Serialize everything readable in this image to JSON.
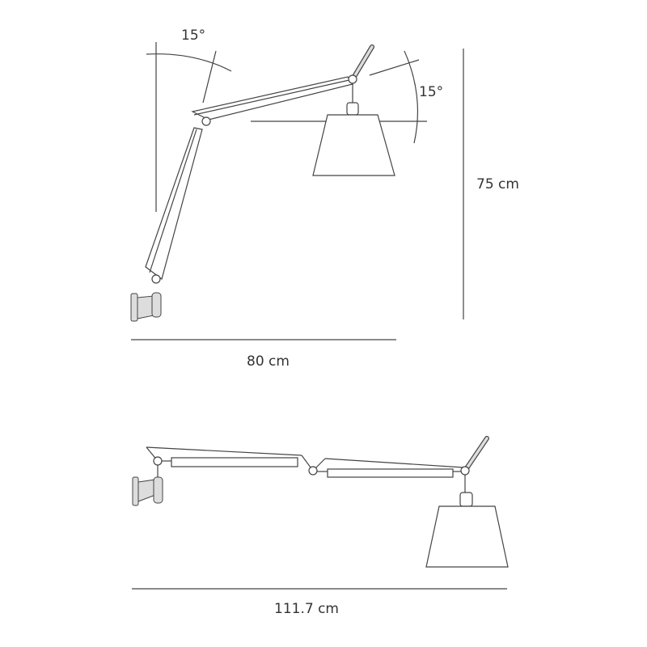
{
  "top_view": {
    "angle_left": "15°",
    "angle_right": "15°",
    "height_label": "75 cm",
    "width_label": "80 cm"
  },
  "bottom_view": {
    "width_label": "111.7 cm"
  },
  "colors": {
    "line": "#444444",
    "background": "#ffffff"
  }
}
